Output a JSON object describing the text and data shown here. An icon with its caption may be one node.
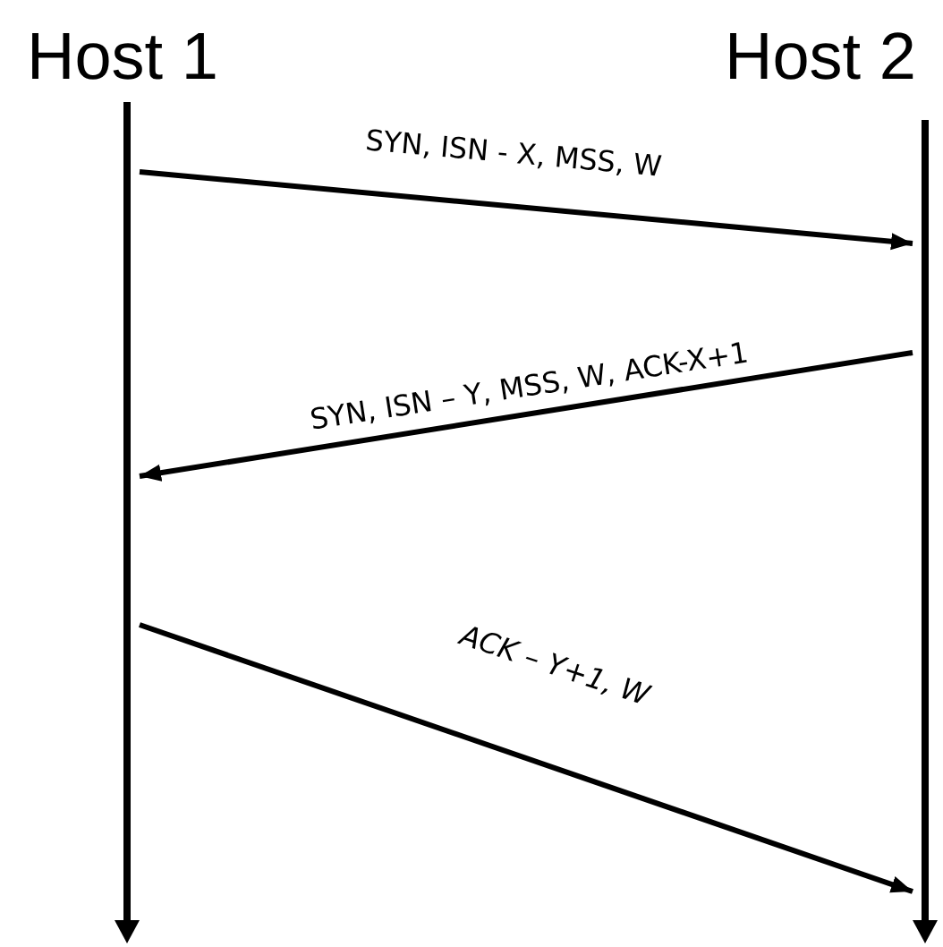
{
  "diagram": {
    "nodes": [
      {
        "text": [
          "Host 1"
        ]
      },
      {
        "text": [
          "Host 2"
        ]
      },
      {
        "text": [],
        "shape": "bar"
      },
      {
        "text": [],
        "shape": "bar"
      }
    ],
    "edges": [
      {
        "from": 2,
        "to": 3,
        "arrow": "to",
        "label": "SYN, ISN - X, MSS, W"
      },
      {
        "from": 3,
        "to": 2,
        "arrow": "to",
        "label": "SYN, ISN – Y, MSS, W, ACK-X+1"
      },
      {
        "from": 2,
        "to": 3,
        "arrow": "to",
        "label": "ACK – Y+1, W"
      }
    ]
  }
}
